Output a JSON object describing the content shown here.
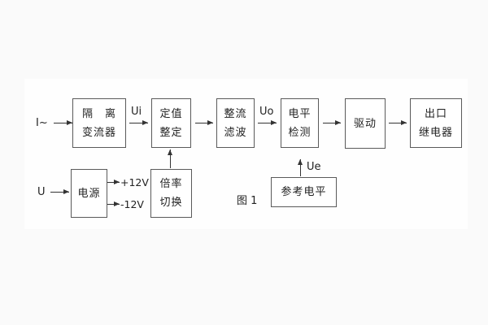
{
  "figure": {
    "caption": "图 1"
  },
  "colors": {
    "line": "#333333",
    "box_border": "#5a5a5a",
    "text": "#222222",
    "page_background": "#fafafa",
    "figure_background": "#fefefe"
  },
  "diagram": {
    "inputs": {
      "current": "I~",
      "voltage": "U"
    },
    "signals": {
      "ui": "Ui",
      "uo": "Uo",
      "ue": "Ue"
    },
    "power_rails": {
      "positive": "+12V",
      "negative": "-12V"
    },
    "blocks": {
      "isolation_transducer": {
        "line1": "隔　离",
        "line2": "变流器"
      },
      "setpoint_setting": {
        "line1": "定值",
        "line2": "整定"
      },
      "rectify_filter": {
        "line1": "整流",
        "line2": "滤波"
      },
      "level_detector": {
        "line1": "电平",
        "line2": "检测"
      },
      "driver": {
        "label": "驱动"
      },
      "output_relay": {
        "line1": "出口",
        "line2": "继电器"
      },
      "power_supply": {
        "label": "电源"
      },
      "ratio_switch": {
        "line1": "倍率",
        "line2": "切换"
      },
      "reference_level": {
        "label": "参考电平"
      }
    }
  }
}
